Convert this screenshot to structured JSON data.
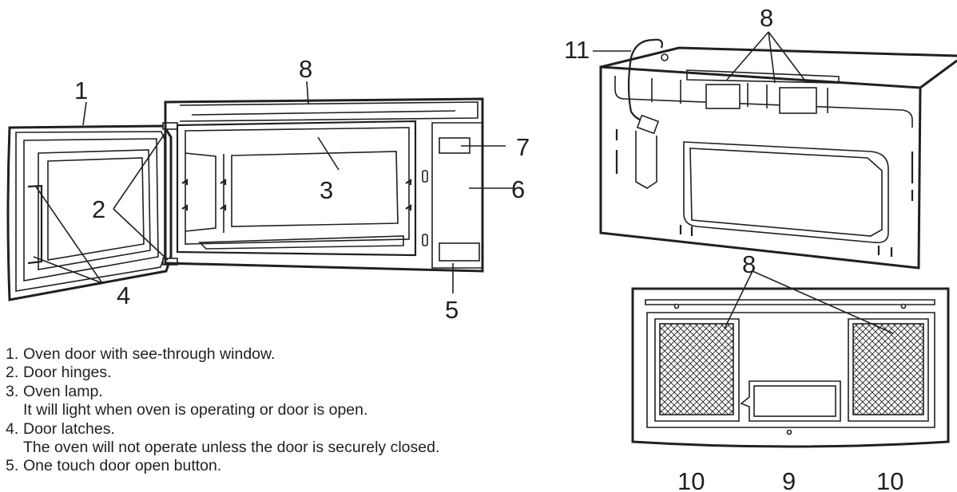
{
  "callouts": {
    "front": {
      "door": "1",
      "hinges": "2",
      "lamp": "3",
      "latches": "4",
      "open_button": "5",
      "control_panel": "6",
      "display": "7",
      "vent": "8"
    },
    "back": {
      "vent": "8",
      "power_cord": "11"
    },
    "bottom": {
      "vent": "8",
      "light_cover": "9",
      "filter_left": "10",
      "filter_right": "10"
    }
  },
  "legend": [
    {
      "num": "1.",
      "text": "Oven door with see-through window."
    },
    {
      "num": "2.",
      "text": "Door hinges."
    },
    {
      "num": "3.",
      "text": "Oven lamp.",
      "sub": "It will light when oven is operating or door is open."
    },
    {
      "num": "4.",
      "text": "Door latches.",
      "sub": "The oven will not operate unless the door is securely closed."
    },
    {
      "num": "5.",
      "text": "One touch door open button."
    }
  ]
}
